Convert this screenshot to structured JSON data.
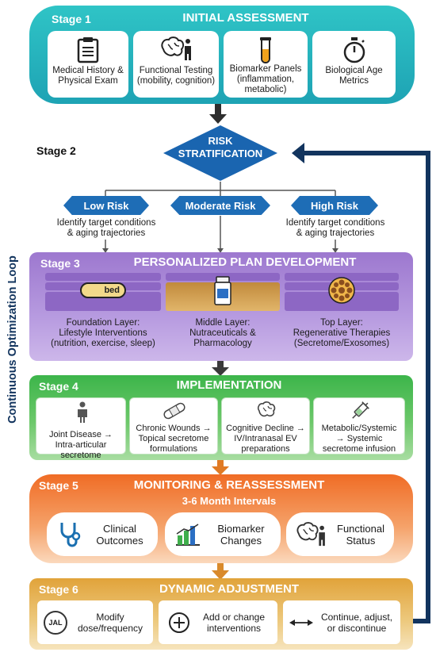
{
  "colors": {
    "teal": "#2ab6c0",
    "navy": "#12345e",
    "blue": "#1e6db6",
    "purple": "#8a63c2",
    "green": "#3db34a",
    "orange": "#f07a2d",
    "gold": "#e0a83c"
  },
  "loop_label": "Continuous Optimization Loop",
  "stage1": {
    "label": "Stage 1",
    "title": "INITIAL ASSESSMENT",
    "cards": [
      {
        "icon": "clipboard-icon",
        "text": [
          "Medical History &",
          "Physical Exam"
        ]
      },
      {
        "icon": "brain-walker-icon",
        "text": [
          "Functional Testing",
          "(mobility, cognition)"
        ]
      },
      {
        "icon": "test-tube-icon",
        "text": [
          "Biomarker Panels",
          "(inflammation,",
          "metabolic)"
        ]
      },
      {
        "icon": "stopwatch-icon",
        "text": [
          "Biological Age",
          "Metrics"
        ]
      }
    ]
  },
  "stage2": {
    "label": "Stage 2",
    "diamond": [
      "RISK",
      "STRATIFICATION"
    ],
    "risks": [
      {
        "label": "Low Risk",
        "desc": [
          "Identify target conditions",
          "& aging trajectories"
        ]
      },
      {
        "label": "Moderate Risk",
        "desc": []
      },
      {
        "label": "High Risk",
        "desc": [
          "Identify target conditions",
          "& aging trajectories"
        ]
      }
    ]
  },
  "stage3": {
    "label": "Stage 3",
    "title": "PERSONALIZED PLAN DEVELOPMENT",
    "layers": [
      {
        "icon": "bed-icon",
        "icon_text": "bed",
        "text": [
          "Foundation Layer:",
          "Lifestyle Interventions",
          "(nutrition, exercise, sleep)"
        ]
      },
      {
        "icon": "pill-bottle-icon",
        "text": [
          "Middle Layer:",
          "Nutraceuticals &",
          "Pharmacology"
        ]
      },
      {
        "icon": "cell-cluster-icon",
        "text": [
          "Top Layer:",
          "Regenerative Therapies",
          "(Secretome/Exosomes)"
        ]
      }
    ]
  },
  "stage4": {
    "label": "Stage 4",
    "title": "IMPLEMENTATION",
    "cards": [
      {
        "icon": "joint-icon",
        "text": [
          "Joint Disease →",
          "Intra-articular secretome"
        ]
      },
      {
        "icon": "bandage-icon",
        "text": [
          "Chronic Wounds →",
          "Topical secretome",
          "formulations"
        ]
      },
      {
        "icon": "brain-icon",
        "text": [
          "Cognitive Decline →",
          "IV/Intranasal EV",
          "preparations"
        ]
      },
      {
        "icon": "syringe-icon",
        "text": [
          "Metabolic/Systemic",
          "→ Systemic",
          "secretome infusion"
        ]
      }
    ]
  },
  "stage5": {
    "label": "Stage 5",
    "title": "MONITORING & REASSESSMENT",
    "subtitle": "3-6 Month Intervals",
    "cards": [
      {
        "icon": "stethoscope-icon",
        "text": [
          "Clinical",
          "Outcomes"
        ]
      },
      {
        "icon": "bar-chart-icon",
        "text": [
          "Biomarker",
          "Changes"
        ]
      },
      {
        "icon": "brain-walker-icon",
        "text": [
          "Functional",
          "Status"
        ]
      }
    ]
  },
  "stage6": {
    "label": "Stage 6",
    "title": "DYNAMIC ADJUSTMENT",
    "cards": [
      {
        "icon": "dose-timer-icon",
        "icon_text": "JAL",
        "text": [
          "Modify",
          "dose/frequency"
        ]
      },
      {
        "icon": "plus-circle-icon",
        "text": [
          "Add or change",
          "interventions"
        ]
      },
      {
        "icon": "double-arrow-icon",
        "text": [
          "Continue, adjust,",
          "or discontinue"
        ]
      }
    ]
  }
}
